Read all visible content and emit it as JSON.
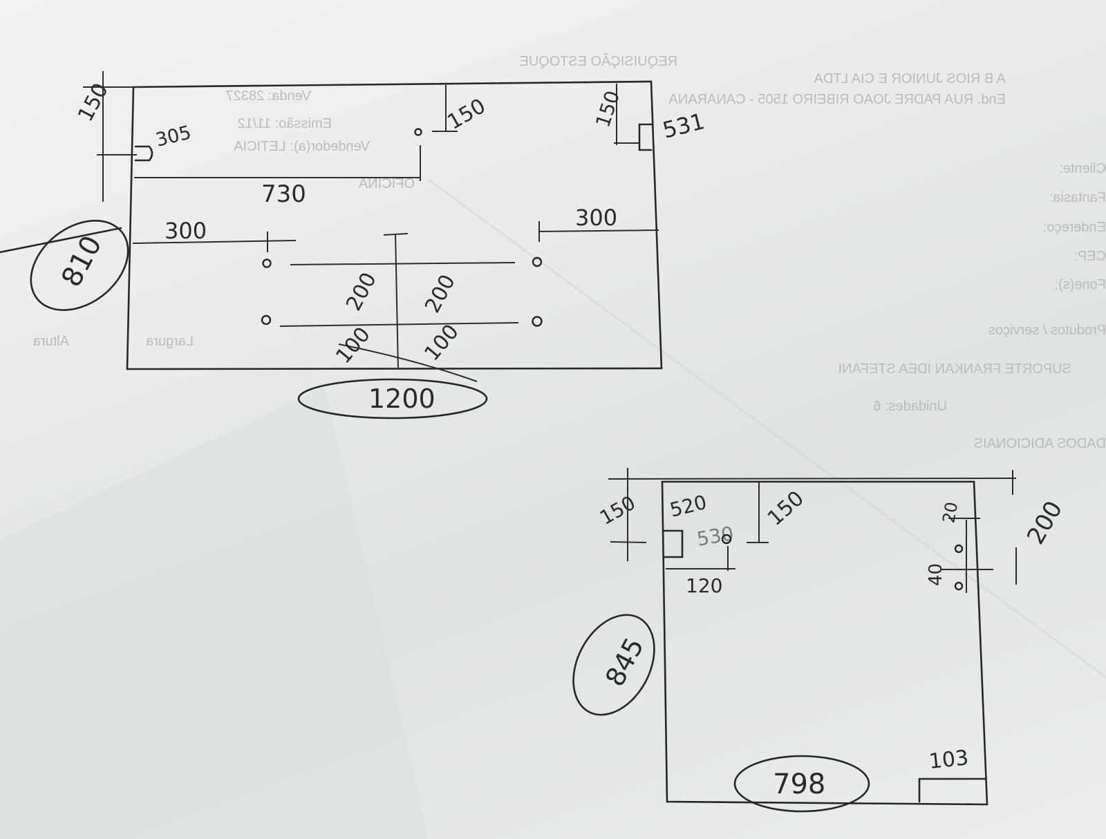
{
  "background_text": {
    "title": "REQUISIÇÃO ESTOQUE",
    "lines": [
      "A B RIOS JUNIOR E CIA LTDA",
      "End. RUA PADRE JOAO RIBEIRO 1505 - CANARANA",
      "Venda: 28327",
      "Emissão: 11/12",
      "Vendedor(a): LETICIA",
      "OFICINA",
      "Cliente:",
      "Fantasia:",
      "Endereço:",
      "CEP:",
      "Fone(s):",
      "Produtos / serviços",
      "SUPORTE FRANKAN IDEA STEFANI",
      "Unidades: 6",
      "Largura",
      "Altura",
      "DADOS ADICIONAIS"
    ]
  },
  "drawing_top": {
    "width_label": "1200",
    "height_label": "810",
    "labels": {
      "top_left_offset": "150",
      "notch_width": "305",
      "hole_top_offset": "150",
      "right_offset": "150",
      "notch_right": "531",
      "hole_x": "730",
      "left_row_offset": "300",
      "right_row_offset": "300",
      "spacing_left": "200",
      "spacing_right": "200",
      "bottom_left": "100",
      "bottom_right": "100"
    }
  },
  "drawing_bottom": {
    "width_label": "798",
    "height_label": "845",
    "labels": {
      "left_offset": "150",
      "notch_width": "520",
      "scribble": "530",
      "hole_offset": "150",
      "hole_x": "120",
      "right_top": "20",
      "right_gap": "40",
      "right_edge": "200",
      "corner_notch": "103"
    }
  }
}
